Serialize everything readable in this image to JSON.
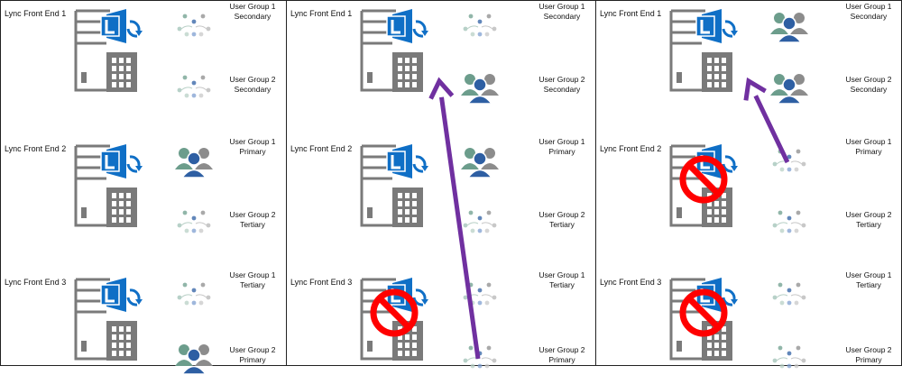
{
  "panels": [
    {
      "front_ends": [
        {
          "label": "Lync Front End 1",
          "state": "up"
        },
        {
          "label": "Lync Front End 2",
          "state": "up"
        },
        {
          "label": "Lync Front End 3",
          "state": "up"
        }
      ],
      "groups": [
        {
          "line1": "User Group 1",
          "line2": "Secondary",
          "active": false
        },
        {
          "line1": "User Group 2",
          "line2": "Secondary",
          "active": false
        },
        {
          "line1": "User Group 1",
          "line2": "Primary",
          "active": true
        },
        {
          "line1": "User Group 2",
          "line2": "Tertiary",
          "active": false
        },
        {
          "line1": "User Group 1",
          "line2": "Tertiary",
          "active": false
        },
        {
          "line1": "User Group 2",
          "line2": "Primary",
          "active": true
        }
      ],
      "arrows": []
    },
    {
      "front_ends": [
        {
          "label": "Lync Front End 1",
          "state": "up"
        },
        {
          "label": "Lync Front End 2",
          "state": "up"
        },
        {
          "label": "Lync Front End 3",
          "state": "down"
        }
      ],
      "groups": [
        {
          "line1": "User Group 1",
          "line2": "Secondary",
          "active": false
        },
        {
          "line1": "User Group 2",
          "line2": "Secondary",
          "active": true
        },
        {
          "line1": "User Group 1",
          "line2": "Primary",
          "active": true
        },
        {
          "line1": "User Group 2",
          "line2": "Tertiary",
          "active": false
        },
        {
          "line1": "User Group 1",
          "line2": "Tertiary",
          "active": false
        },
        {
          "line1": "User Group 2",
          "line2": "Primary",
          "active": false
        }
      ],
      "arrows": [
        {
          "from_group": 6,
          "to_front_end": 1
        }
      ]
    },
    {
      "front_ends": [
        {
          "label": "Lync Front End 1",
          "state": "up"
        },
        {
          "label": "Lync Front End 2",
          "state": "down"
        },
        {
          "label": "Lync Front End 3",
          "state": "down"
        }
      ],
      "groups": [
        {
          "line1": "User Group 1",
          "line2": "Secondary",
          "active": true
        },
        {
          "line1": "User Group 2",
          "line2": "Secondary",
          "active": true
        },
        {
          "line1": "User Group 1",
          "line2": "Primary",
          "active": false
        },
        {
          "line1": "User Group 2",
          "line2": "Tertiary",
          "active": false
        },
        {
          "line1": "User Group 1",
          "line2": "Tertiary",
          "active": false
        },
        {
          "line1": "User Group 2",
          "line2": "Primary",
          "active": false
        }
      ],
      "arrows": [
        {
          "from_group": 3,
          "to_front_end": 1
        }
      ]
    }
  ],
  "colors": {
    "server_gray": "#7a7a7a",
    "lync_blue": "#0f6fc6",
    "arrow_purple": "#7030a0",
    "block_red": "#ff0000",
    "user_green": "#6c9d8c",
    "user_gray": "#8c8c8c",
    "user_blue": "#2e5fa3"
  },
  "icons": {
    "server": "server-icon",
    "lync_logo": "lync-logo-icon",
    "refresh": "refresh-arrow-icon",
    "users_active": "user-group-icon",
    "users_inactive": "user-group-faded-icon",
    "unavailable": "prohibited-icon"
  }
}
